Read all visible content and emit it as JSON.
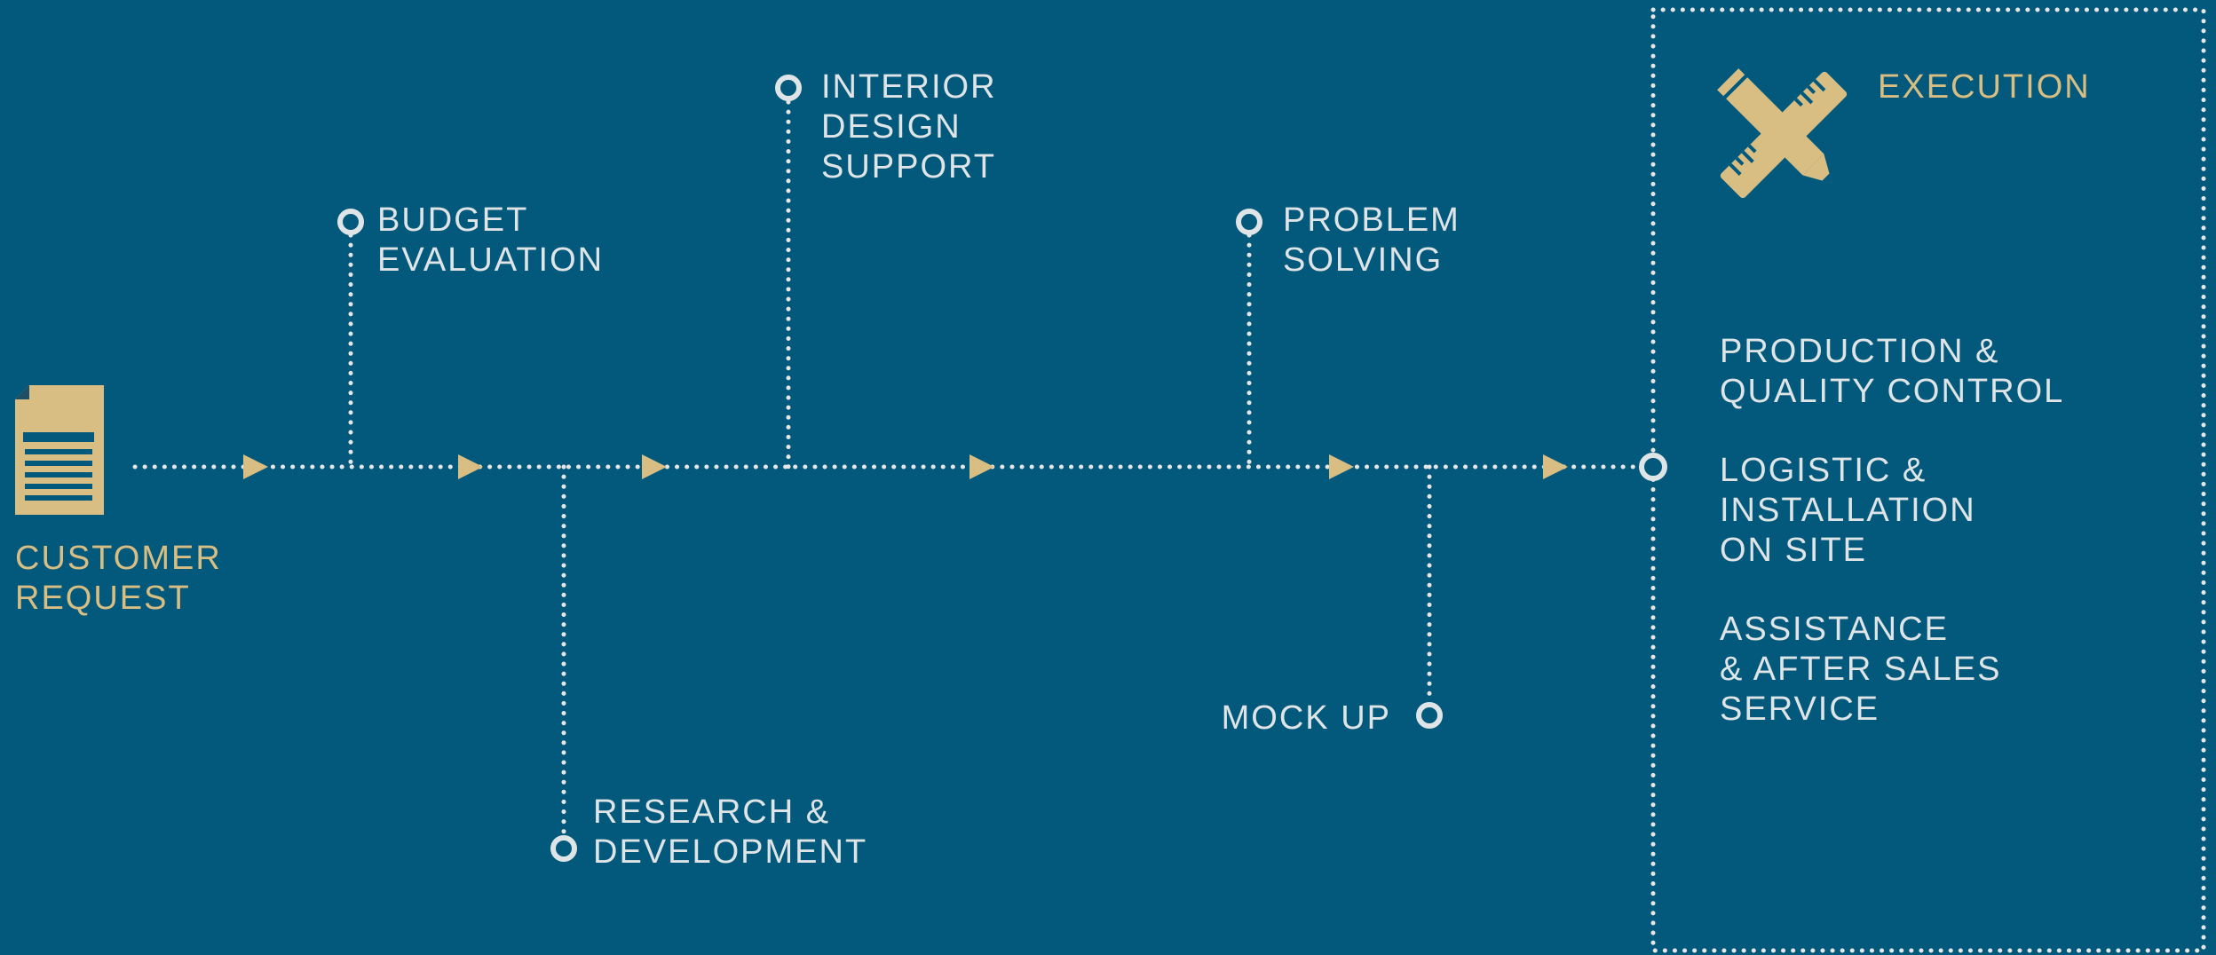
{
  "colors": {
    "background": "#02597b",
    "accent": "#d9be83",
    "text": "#dfe4e6",
    "line": "#e6e6e6"
  },
  "start": {
    "icon": "document-form-icon",
    "label": [
      "CUSTOMER",
      "REQUEST"
    ]
  },
  "steps": {
    "budget": [
      "BUDGET",
      "EVALUATION"
    ],
    "research": [
      "RESEARCH &",
      "DEVELOPMENT"
    ],
    "interior": [
      "INTERIOR",
      "DESIGN",
      "SUPPORT"
    ],
    "problem": [
      "PROBLEM",
      "SOLVING"
    ],
    "mockup": [
      "MOCK UP"
    ]
  },
  "execution": {
    "icon": "pencil-ruler-icon",
    "title": "EXECUTION",
    "items": [
      [
        "PRODUCTION &",
        "QUALITY CONTROL"
      ],
      [
        "LOGISTIC &",
        "INSTALLATION",
        "ON SITE"
      ],
      [
        "ASSISTANCE",
        "& AFTER SALES",
        "SERVICE"
      ]
    ]
  }
}
